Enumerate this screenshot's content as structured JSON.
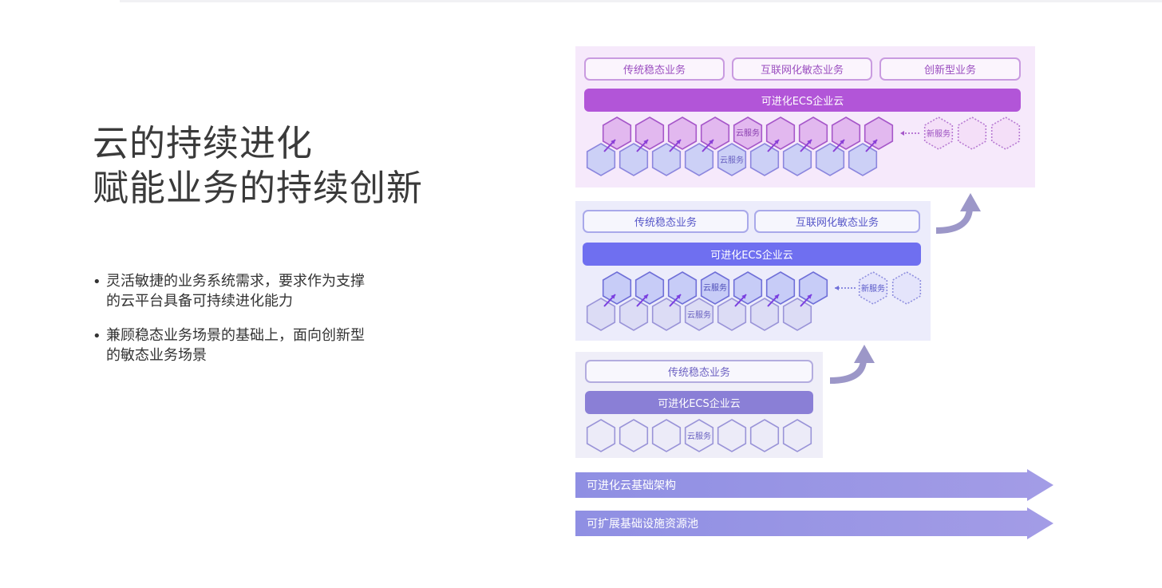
{
  "title": {
    "line1": "云的持续进化",
    "line2": "赋能业务的持续创新"
  },
  "bullets": [
    {
      "line1": "灵活敏捷的业务系统需求，要求作为支撑",
      "line2": "的云平台具备可持续进化能力"
    },
    {
      "line1": "兼顾稳态业务场景的基础上，面向创新型",
      "line2": "的敏态业务场景"
    }
  ],
  "tiers": {
    "top": {
      "business": [
        "传统稳态业务",
        "互联网化敏态业务",
        "创新型业务"
      ],
      "ecs_label": "可进化ECS企业云",
      "service_label": "云服务",
      "new_service_label": "新服务"
    },
    "middle": {
      "business": [
        "传统稳态业务",
        "互联网化敏态业务"
      ],
      "ecs_label": "可进化ECS企业云",
      "service_label": "云服务",
      "new_service_label": "新服务"
    },
    "bottom": {
      "business": [
        "传统稳态业务"
      ],
      "ecs_label": "可进化ECS企业云",
      "service_label": "云服务"
    }
  },
  "foundation": {
    "arch_label": "可进化云基础架构",
    "pool_label": "可扩展基础设施资源池"
  },
  "colors": {
    "top_bg": "#f6e9fb",
    "top_accent": "#b255d8",
    "middle_bg": "#ececfb",
    "middle_accent": "#6f6ff0",
    "bottom_bg": "#efeef8",
    "bottom_accent": "#8a7fd6",
    "hex_fill_purple": "#e2b8ef",
    "hex_fill_blue": "#ccd0f6",
    "hex_stroke": "#8c86de",
    "foundation_arrow": "#8f8fe3",
    "curve_arrow": "#9c97c8"
  }
}
